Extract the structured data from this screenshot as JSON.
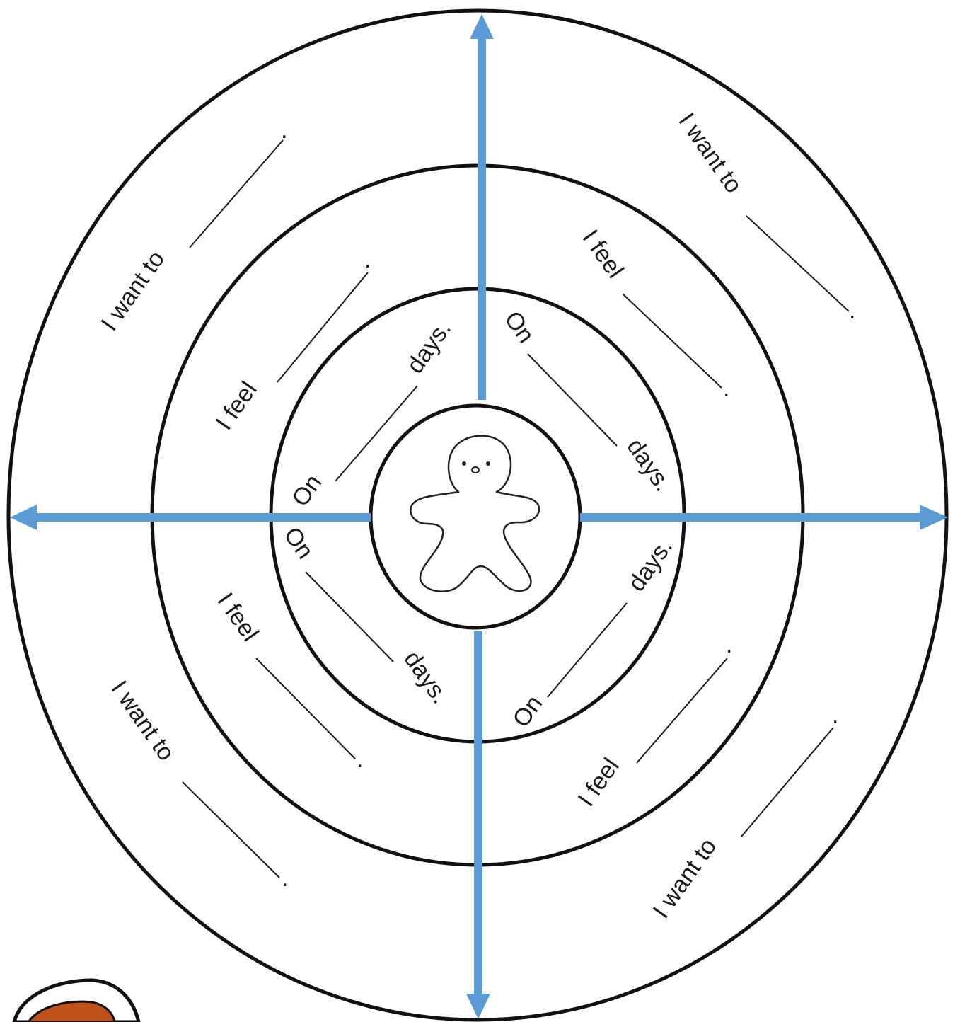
{
  "colors": {
    "ring": "#111111",
    "axis": "#5b9bd5",
    "background": "#ffffff",
    "corner_graphic": "#c0501a"
  },
  "rings": {
    "inner_label": "On",
    "inner_suffix": "days.",
    "middle_label": "I feel",
    "middle_suffix": ".",
    "outer_label": "I want to",
    "outer_suffix": "."
  },
  "center_icon": "gingerbread-person-icon",
  "corner_icon": "partial-cartoon-graphic"
}
